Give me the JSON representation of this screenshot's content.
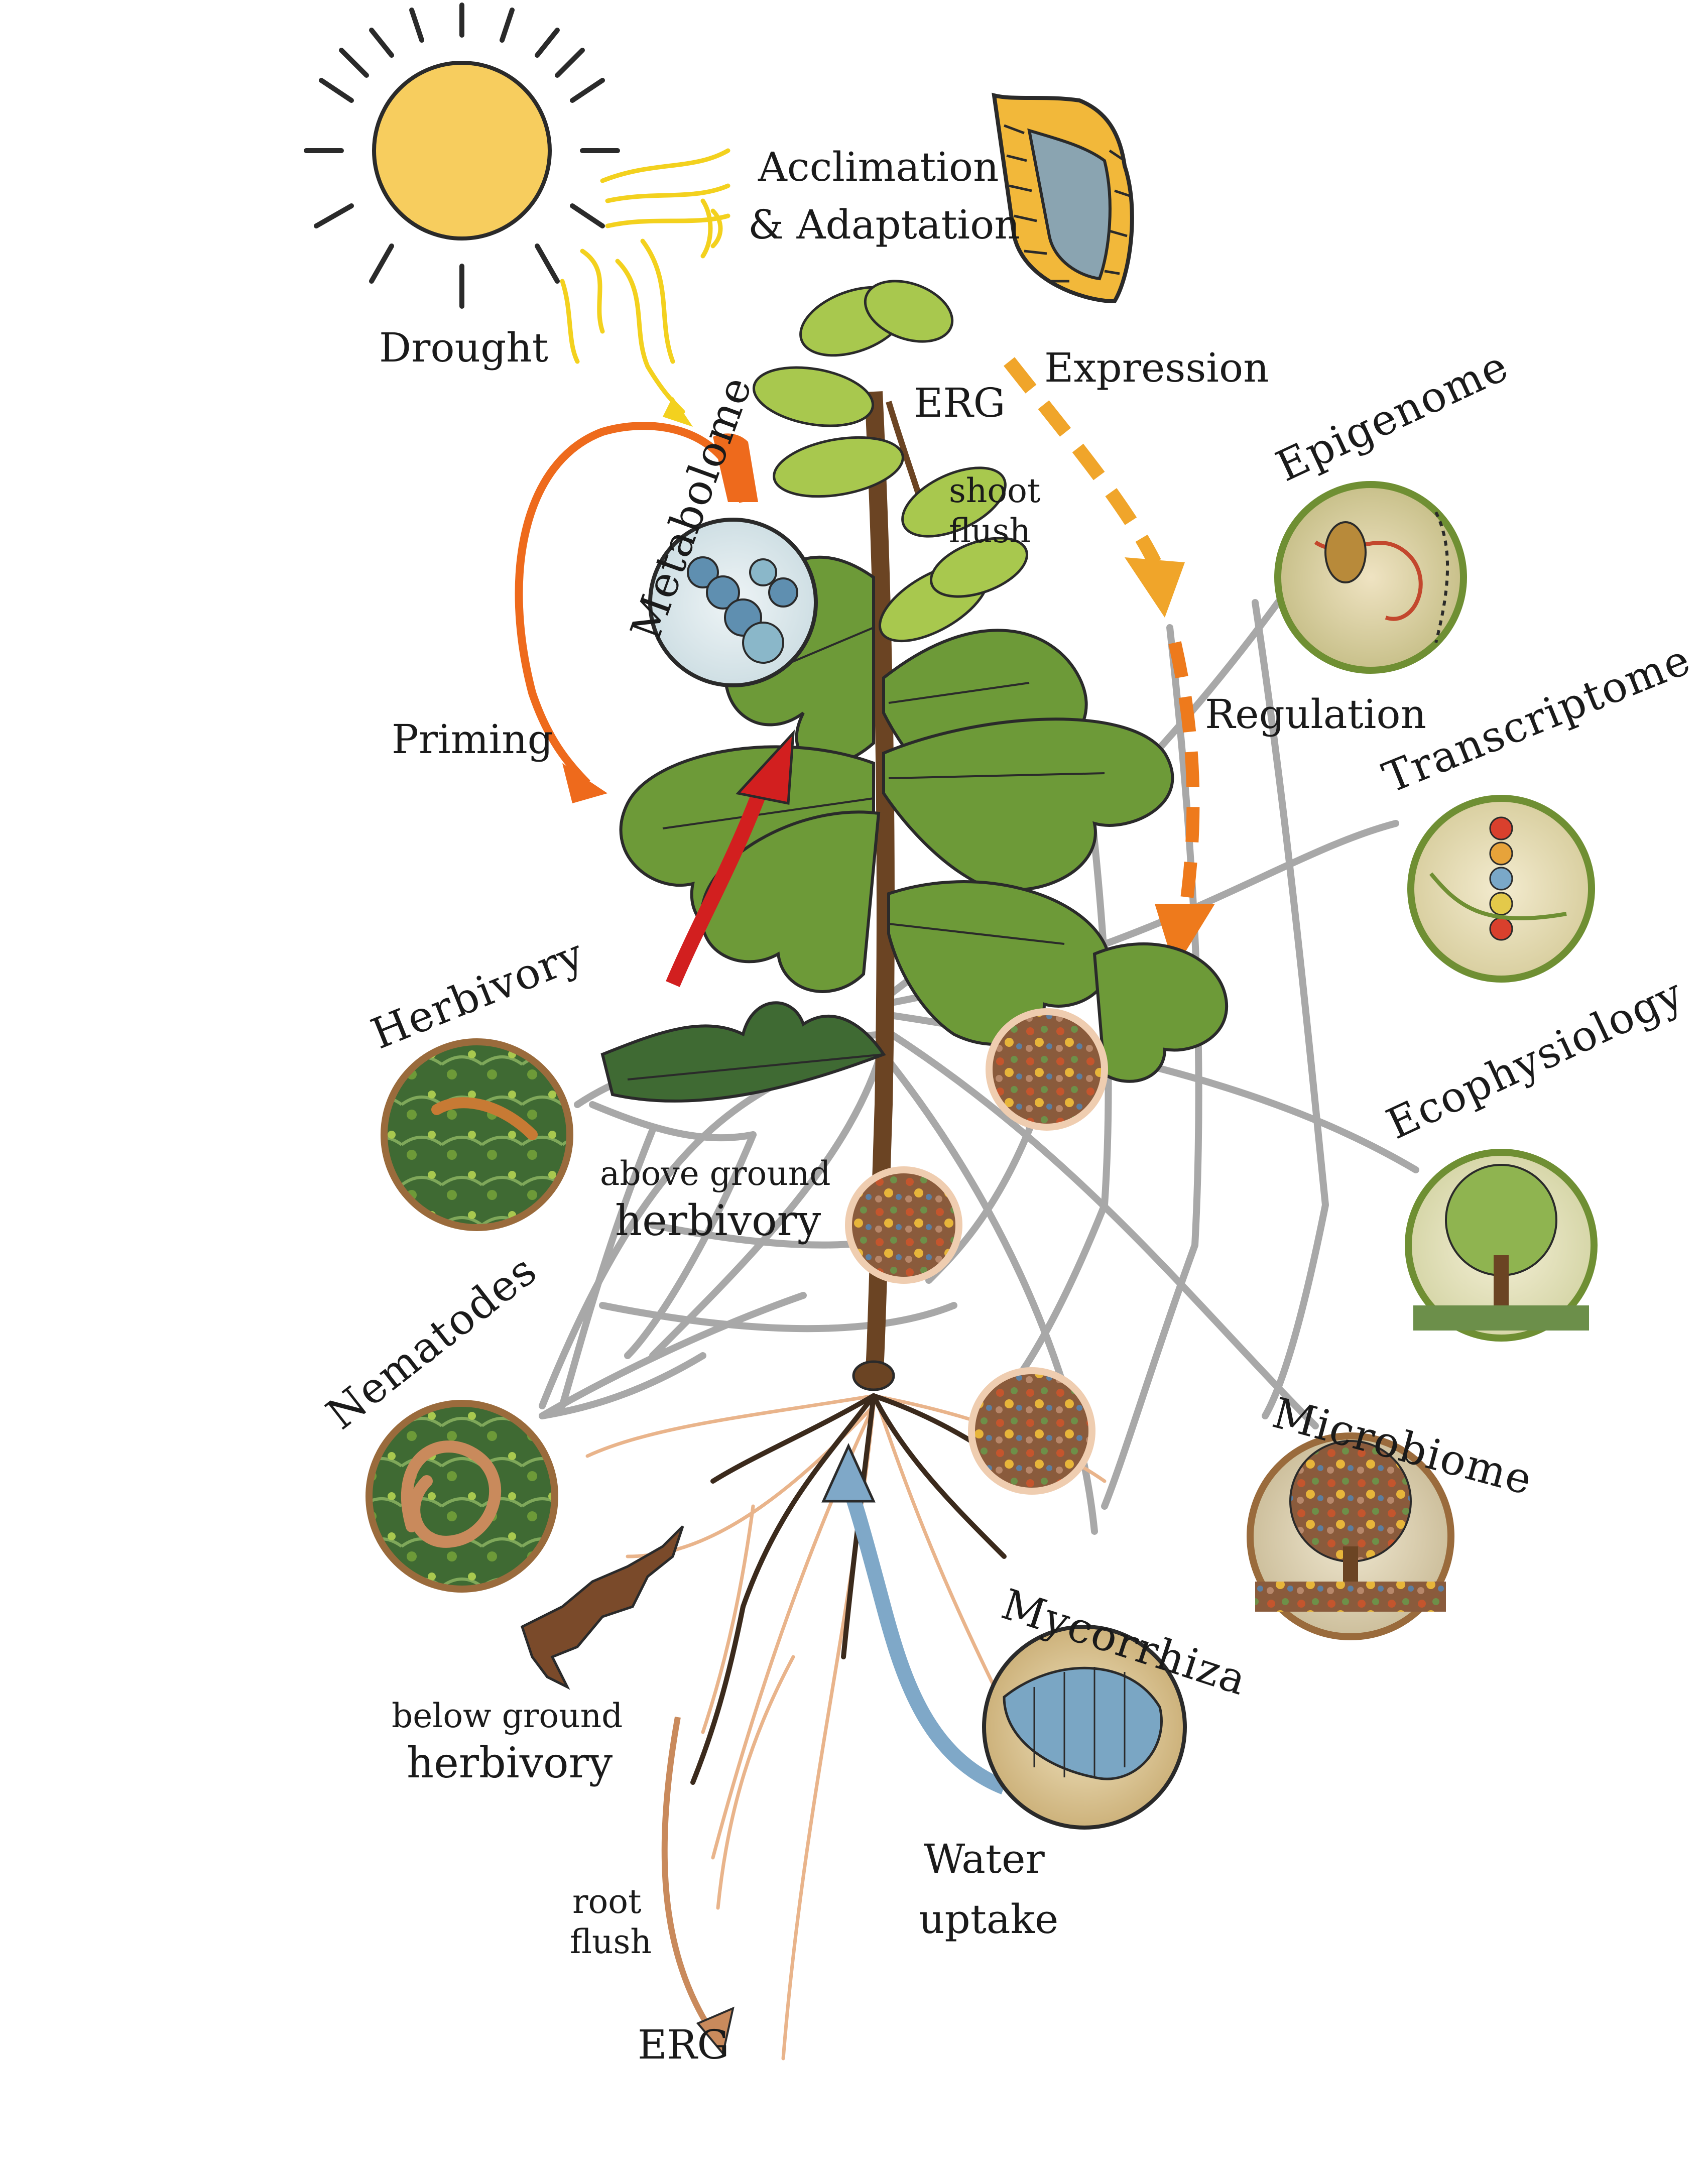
{
  "labels": {
    "drought": "Drought",
    "acclimation_line1": "Acclimation",
    "acclimation_line2": "& Adaptation",
    "expression": "Expression",
    "erg_top": "ERG",
    "shoot_line1": "shoot",
    "shoot_line2": "flush",
    "metabolome": "Metabolome",
    "priming": "Priming",
    "regulation": "Regulation",
    "epigenome": "Epigenome",
    "transcriptome": "Transcriptome",
    "herbivory": "Herbivory",
    "ecophysiology": "Ecophysiology",
    "above_line1": "above ground",
    "above_line2": "herbivory",
    "nematodes": "Nematodes",
    "microbiome": "Microbiome",
    "mycorrhiza": "Mycorrhiza",
    "below_line1": "below ground",
    "below_line2": "herbivory",
    "water_line1": "Water",
    "water_line2": "uptake",
    "root_line1": "root",
    "root_line2": "flush",
    "erg_bottom": "ERG"
  },
  "colors": {
    "sun": "#f7cd5e",
    "sun_rays": "#2a2a2a",
    "drought_wave": "#f3d11e",
    "priming_arrow": "#ee6a1c",
    "metabolome_arrow": "#d21f1f",
    "expression_arrow": "#f0a52a",
    "regulation_arrow": "#ee7a1c",
    "web": "#a8a8a8",
    "leaf": "#6d9a38",
    "leaf_light": "#a8c84e",
    "stem": "#6b4423",
    "root_dark": "#3b2a1c",
    "root_light": "#e9b48b",
    "water": "#7fa8c8",
    "shield_outer": "#f2b83a",
    "shield_inner": "#8aa4b1",
    "circle_border_green": "#6f8f33",
    "circle_border_brown": "#9a6b3c"
  },
  "icons": {
    "sun": "sun-icon",
    "shield": "shield-icon",
    "oak": "oak-seedling-icon"
  }
}
